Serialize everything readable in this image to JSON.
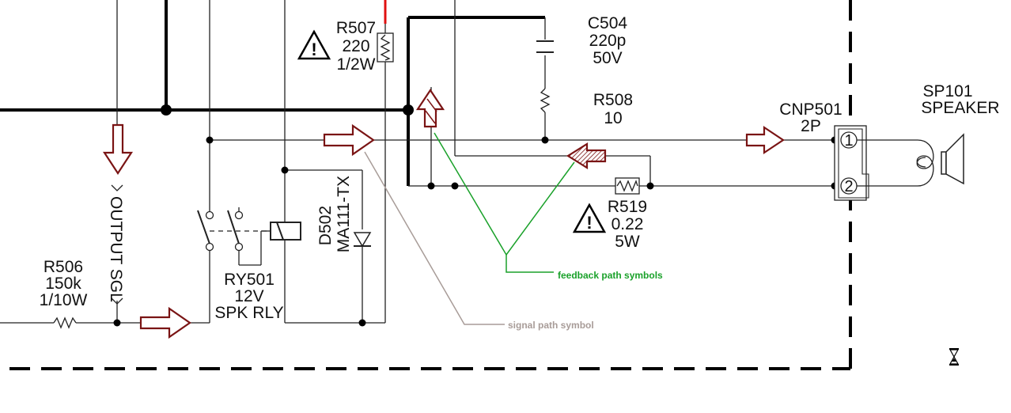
{
  "components": {
    "r507": {
      "ref": "R507",
      "value": "220",
      "rating": "1/2W"
    },
    "c504": {
      "ref": "C504",
      "value": "220p",
      "rating": "50V"
    },
    "r508": {
      "ref": "R508",
      "value": "10"
    },
    "cnp501": {
      "ref": "CNP501",
      "value": "2P",
      "pin1": "1",
      "pin2": "2"
    },
    "sp101": {
      "ref": "SP101",
      "value": "SPEAKER"
    },
    "r519": {
      "ref": "R519",
      "value": "0.22",
      "rating": "5W"
    },
    "d502": {
      "ref": "D502",
      "value": "MA111-TX"
    },
    "ry501": {
      "ref": "RY501",
      "value": "12V",
      "rating": "SPK RLY"
    },
    "r506": {
      "ref": "R506",
      "value": "150k",
      "rating": "1/10W"
    },
    "output_sgl": {
      "label": "OUTPUT SGL"
    }
  },
  "annotations": {
    "feedback": "feedback path symbols",
    "signal": "signal path symbol"
  },
  "colors": {
    "arrow_outline": "#7a1414",
    "feedback_line": "#1aa12a",
    "signal_line": "#a89c98",
    "wire": "#222222",
    "hot_wire": "#e01010"
  },
  "icons": [
    "warning-triangle-icon",
    "hourglass-icon",
    "speaker-icon"
  ]
}
